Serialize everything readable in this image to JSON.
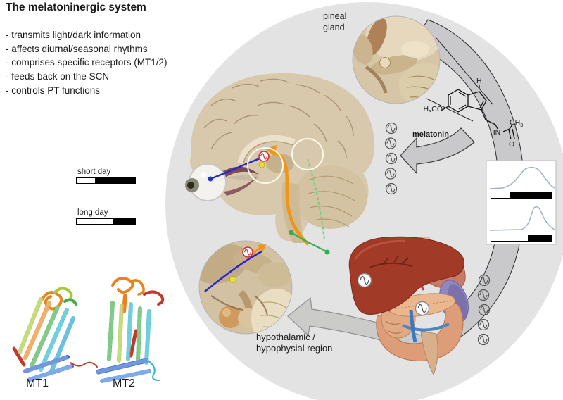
{
  "title": "The melatoninergic system",
  "bullets": [
    "- transmits light/dark information",
    "- affects diurnal/seasonal rhythms",
    "- comprises specific receptors (MT1/2)",
    "- feeds back on the SCN",
    "- controls PT functions"
  ],
  "photoperiod": {
    "short": {
      "label": "short day",
      "light_pct": "31%"
    },
    "long": {
      "label": "long day",
      "light_pct": "63%"
    }
  },
  "labels": {
    "pineal_line1": "pineal",
    "pineal_line2": "gland",
    "melatonin": "melatonin",
    "hypo_line1": "hypothalamic /",
    "hypo_line2": "hypophysial region",
    "mt1": "MT1",
    "mt2": "MT2"
  },
  "molecule": {
    "name": "melatonin",
    "methoxy_h": "H",
    "methoxy_sub": "3",
    "methoxy_rest": "CO",
    "ring_nh": "H",
    "amide_hn": "HN",
    "methyl_main": "CH",
    "methyl_sub": "3",
    "carbonyl_o": "O"
  },
  "profile_panel": {
    "description": "melatonin plasma profiles under short vs long photoperiod",
    "bar_short_light_pct": "30%",
    "bar_long_light_pct": "60%",
    "curves": [
      {
        "photoperiod": "short day",
        "peak_shape": "broad high nocturnal peak"
      },
      {
        "photoperiod": "long day",
        "peak_shape": "narrow late nocturnal peak"
      }
    ]
  },
  "icons": {
    "oscillator": "circadian-oscillator (circle with sine wave)"
  },
  "colors": {
    "background_circle": "#e4e3e4",
    "flow_band": "#c9c8ca",
    "arrow_fill": "#cbcbca",
    "profile_curve": "#9fb0c4",
    "retina_scn_tract": "#2626cc",
    "scn_pineal_tract": "#f49414",
    "autonomic_tract_green": "#2db04e",
    "scn_clock_red": "#d03030",
    "yellow_marker": "#e9e02c",
    "liver": "#a23a28",
    "spleen": "#9187bd",
    "intestine": "#dd9d79"
  }
}
